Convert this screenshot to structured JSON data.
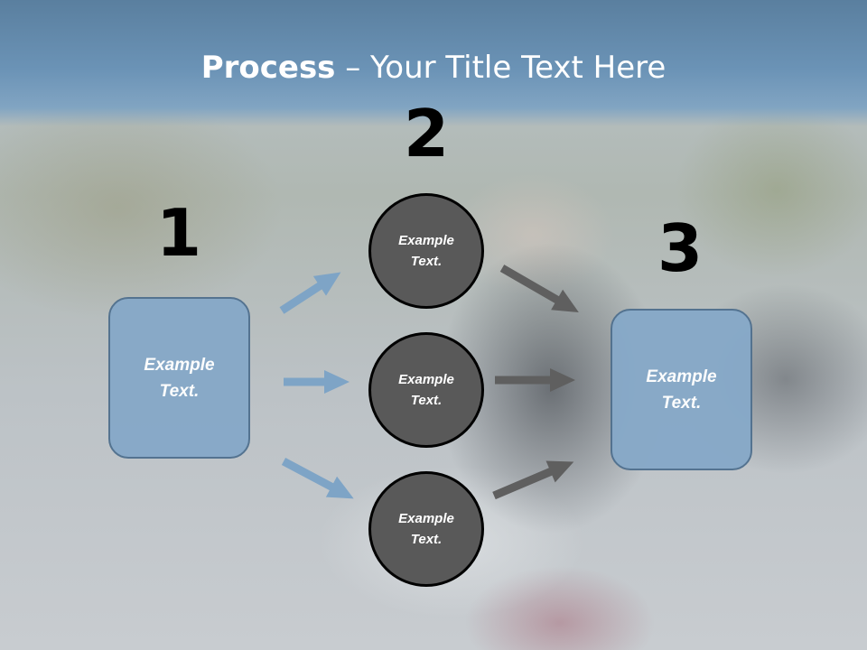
{
  "slide": {
    "title_bold": "Process",
    "title_rest": " – Your Title Text Here"
  },
  "steps": {
    "one": {
      "number": "1",
      "text_line1": "Example",
      "text_line2": "Text."
    },
    "two": {
      "number": "2",
      "circles": [
        {
          "text_line1": "Example",
          "text_line2": "Text."
        },
        {
          "text_line1": "Example",
          "text_line2": "Text."
        },
        {
          "text_line1": "Example",
          "text_line2": "Text."
        }
      ]
    },
    "three": {
      "number": "3",
      "text_line1": "Example",
      "text_line2": "Text."
    }
  },
  "colors": {
    "box_fill": "#87a9c8",
    "box_border": "#51718f",
    "circle_fill": "#595959",
    "arrow_left": "#7ea4c6",
    "arrow_right": "#5f5f5f"
  }
}
